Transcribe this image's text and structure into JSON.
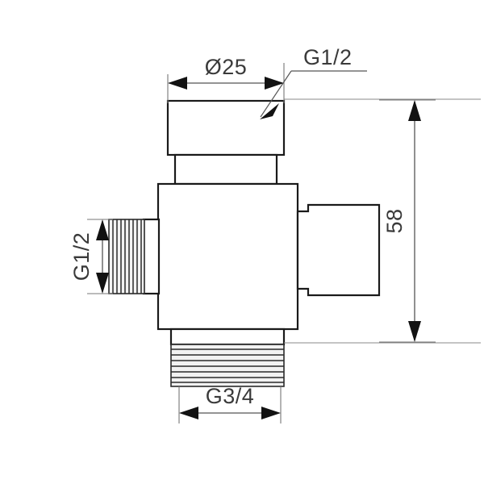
{
  "drawing": {
    "title": "Technical dimension drawing of a three-way valve body",
    "background_color": "#ffffff",
    "outline_color": "#1a1a1a",
    "dimension_color": "#555555",
    "text_color": "#3a3a3a",
    "units": "mm"
  },
  "dimensions": {
    "top_diameter": {
      "label": "Ø25",
      "name": "top-diameter-dimension",
      "value": 25,
      "orientation": "horizontal",
      "position": "above-top-boss"
    },
    "overall_height": {
      "label": "58",
      "name": "overall-height-dimension",
      "value": 58,
      "orientation": "vertical-rotated",
      "position": "right-side"
    },
    "bottom_thread": {
      "label": "G3/4",
      "name": "bottom-thread-dimension",
      "value": "G3/4",
      "orientation": "horizontal",
      "position": "below-bottom-thread"
    },
    "left_thread": {
      "label": "G1/2",
      "name": "left-thread-dimension",
      "value": "G1/2",
      "orientation": "vertical-rotated",
      "position": "left-side"
    },
    "top_thread": {
      "label": "G1/2",
      "name": "top-thread-callout",
      "value": "G1/2",
      "orientation": "horizontal",
      "position": "top-right-leader"
    }
  },
  "features": {
    "top_boss": "top-cylindrical-boss",
    "main_body": "main-square-body",
    "left_nipple": "left-threaded-nipple",
    "right_outlet": "right-stepped-outlet",
    "bottom_nipple": "bottom-threaded-nipple"
  }
}
